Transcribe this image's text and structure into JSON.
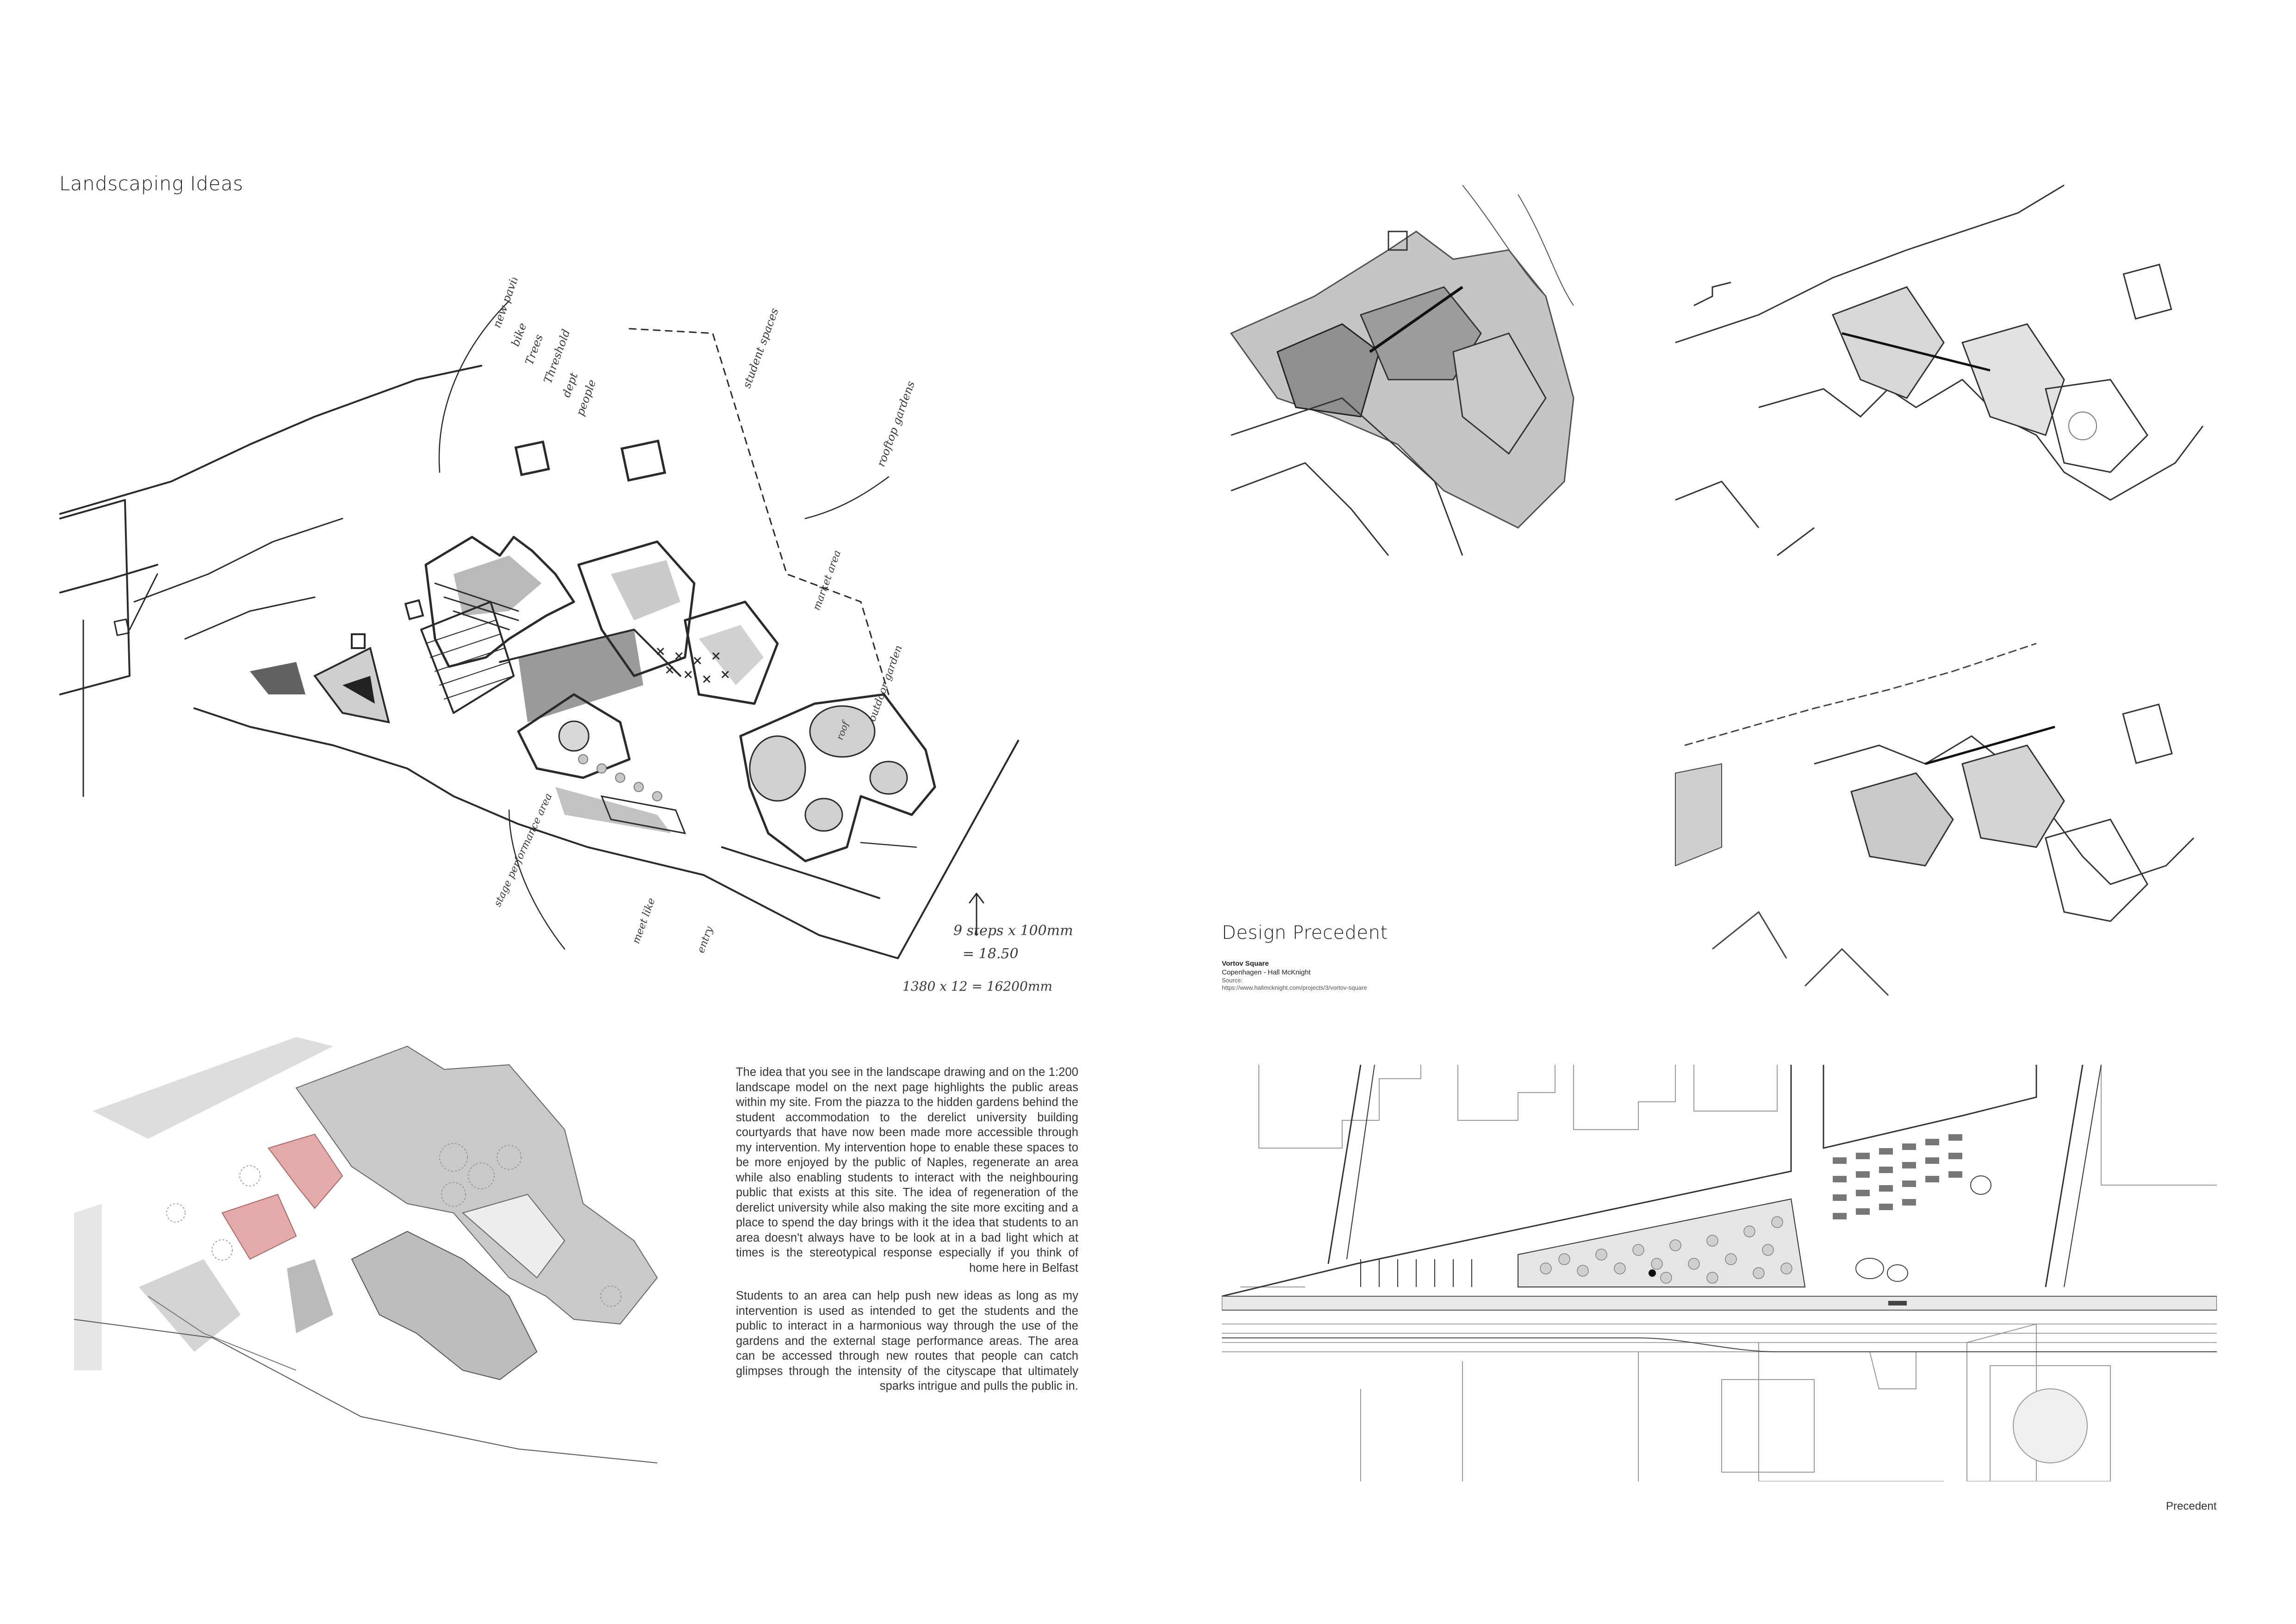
{
  "left_page": {
    "title": "Landscaping Ideas",
    "sketch_main": {
      "annotations": [
        "new paving",
        "bike",
        "Trees",
        "Threshold",
        "dept",
        "people",
        "9 steps x 100mm",
        "= 18.50",
        "1380 x 12 = 16200mm",
        "stage performance area",
        "meet like",
        "entry",
        "rooftop gardens",
        "student spaces",
        "outdoor garden",
        "roof",
        "market area"
      ]
    },
    "description": {
      "paragraphs": [
        "The idea that you see in the landscape drawing and on the 1:200 landscape model on the next page highlights the public areas within my site.  From the piazza to the hidden gardens behind the student accommodation to the derelict university building courtyards that have now been made more accessible through my intervention.  My intervention hope to enable these spaces to be more enjoyed by the public of Naples, regenerate an area while also enabling students to interact with the neighbouring public that exists at this site.  The idea of regeneration of the derelict university while also making the site more exciting and a place to spend the day brings with it the idea that students to an area doesn't always have to be look at in a bad light which at times is the stereotypical response especially if you think of home here in Belfast",
        "Students to an area can help push new ideas as long as my intervention is used as intended to get the students and the public to interact in a harmonious way through the use of the gardens and the external stage performance areas.  The area can be accessed through new routes that people can catch glimpses through the intensity of the cityscape that ultimately sparks intrigue and pulls the public in."
      ]
    }
  },
  "right_page": {
    "title": "Design Precedent",
    "precedent": {
      "name": "Vortov Square",
      "location": "Copenhagen - Hall McKnight",
      "source_label": "Source:",
      "source_url": "https://www.hallmcknight.com/projects/3/vortov-square"
    },
    "footer_label": "Precedent"
  },
  "colors": {
    "ink": "#2a2a2a",
    "pencil_shade": "#bdbdbd",
    "highlight_red": "#e4a9a9",
    "paper": "#ffffff"
  }
}
